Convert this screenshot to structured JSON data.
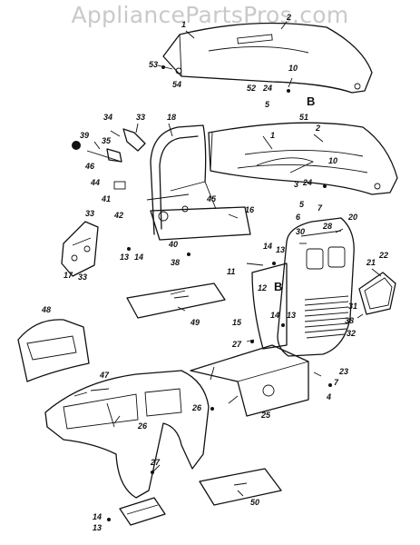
{
  "watermark": "AppliancePartsPros.com",
  "callouts": [
    {
      "text": "1"
    },
    {
      "text": "2"
    },
    {
      "text": "53"
    },
    {
      "text": "54"
    },
    {
      "text": "10"
    },
    {
      "text": "24"
    },
    {
      "text": "52"
    },
    {
      "text": "B"
    },
    {
      "text": "5"
    },
    {
      "text": "51"
    },
    {
      "text": "34"
    },
    {
      "text": "33"
    },
    {
      "text": "18"
    },
    {
      "text": "1"
    },
    {
      "text": "2"
    },
    {
      "text": "39"
    },
    {
      "text": "35"
    },
    {
      "text": "46"
    },
    {
      "text": "10"
    },
    {
      "text": "24"
    },
    {
      "text": "3"
    },
    {
      "text": "44"
    },
    {
      "text": "41"
    },
    {
      "text": "45"
    },
    {
      "text": "5"
    },
    {
      "text": "7"
    },
    {
      "text": "6"
    },
    {
      "text": "42"
    },
    {
      "text": "16"
    },
    {
      "text": "30"
    },
    {
      "text": "28"
    },
    {
      "text": "20"
    },
    {
      "text": "33"
    },
    {
      "text": "40"
    },
    {
      "text": "13"
    },
    {
      "text": "14"
    },
    {
      "text": "38"
    },
    {
      "text": "14"
    },
    {
      "text": "13"
    },
    {
      "text": "22"
    },
    {
      "text": "21"
    },
    {
      "text": "17"
    },
    {
      "text": "33"
    },
    {
      "text": "11"
    },
    {
      "text": "12"
    },
    {
      "text": "B"
    },
    {
      "text": "31"
    },
    {
      "text": "38"
    },
    {
      "text": "32"
    },
    {
      "text": "49"
    },
    {
      "text": "14"
    },
    {
      "text": "13"
    },
    {
      "text": "15"
    },
    {
      "text": "48"
    },
    {
      "text": "27"
    },
    {
      "text": "23"
    },
    {
      "text": "7"
    },
    {
      "text": "4"
    },
    {
      "text": "47"
    },
    {
      "text": "26"
    },
    {
      "text": "25"
    },
    {
      "text": "26"
    },
    {
      "text": "27"
    },
    {
      "text": "50"
    },
    {
      "text": "14"
    },
    {
      "text": "13"
    }
  ]
}
